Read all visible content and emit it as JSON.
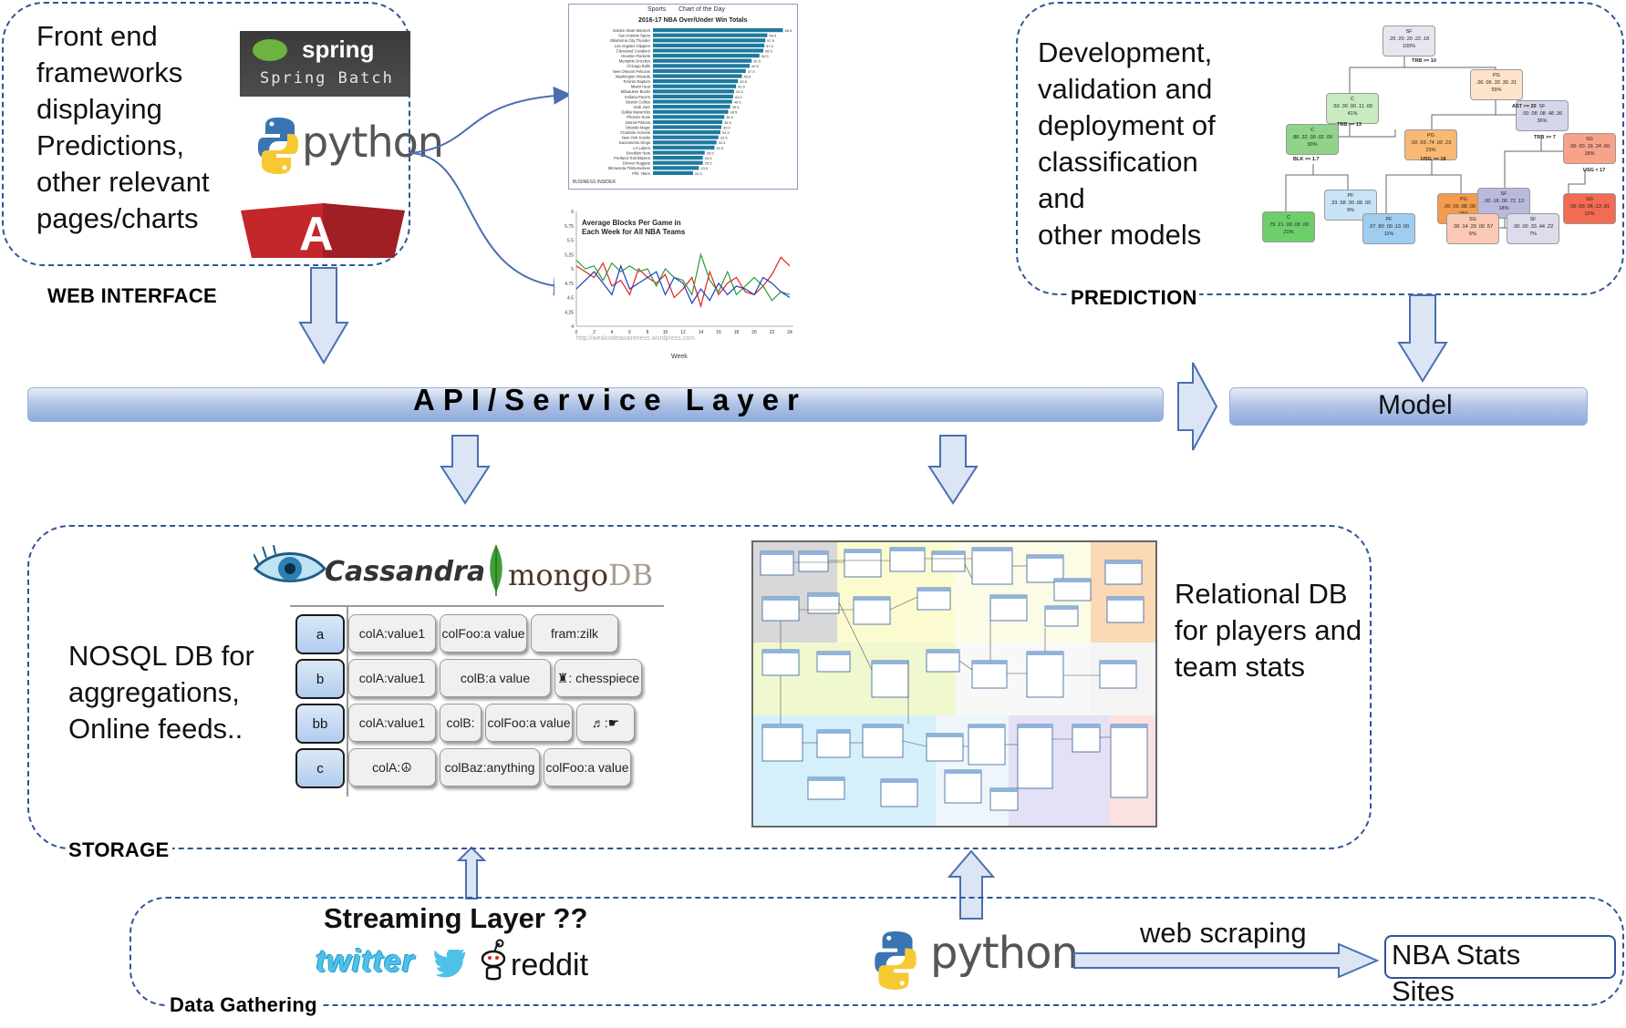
{
  "web_interface": {
    "text": "Front end\nframeworks\ndisplaying\nPredictions,\nother relevant\npages/charts",
    "label": "WEB INTERFACE",
    "logos": {
      "spring": "spring",
      "spring_batch": "Spring Batch",
      "python": "python",
      "angular": "A"
    }
  },
  "chart_over_under": {
    "header_left": "Sports",
    "header_right": "Chart of the Day",
    "title": "2016-17 NBA Over/Under Win Totals",
    "footer_left": "BUSINESS INSIDER",
    "teams": [
      "Golden State Warriors",
      "San Antonio Spurs",
      "Oklahoma City Thunder",
      "Los Angeles Clippers",
      "Cleveland Cavaliers",
      "Houston Rockets",
      "Memphis Grizzlies",
      "Chicago Bulls",
      "New Orleans Pelicans",
      "Washington Wizards",
      "Toronto Raptors",
      "Miami Heat",
      "Milwaukee Bucks",
      "Indiana Pacers",
      "Boston Celtics",
      "Utah Jazz",
      "Dallas Mavericks",
      "Phoenix Suns",
      "Detroit Pistons",
      "Orlando Magic",
      "Charlotte Hornets",
      "New York Knicks",
      "Sacramento Kings",
      "LA Lakers",
      "Brooklyn Nets",
      "Portland Trail Blazers",
      "Denver Nuggets",
      "Minnesota Timberwolves",
      "Phil. 76ers"
    ],
    "values": [
      66.5,
      58.5,
      57.5,
      57.0,
      56.5,
      54.5,
      50.5,
      49.5,
      47.5,
      45.5,
      43.5,
      42.5,
      41.5,
      41.0,
      40.5,
      39.5,
      38.5,
      36.5,
      35.5,
      35.0,
      34.5,
      33.5,
      32.5,
      31.5,
      26.5,
      25.5,
      25.5,
      23.5,
      20.5
    ]
  },
  "chart_blocks": {
    "title_line1": "Average Blocks Per Game in",
    "title_line2": "Each Week for All NBA Teams",
    "watermark": "http://weaksideawareness.wordpress.com",
    "xlabel": "Week",
    "yticks": [
      "6",
      "5.75",
      "5.5",
      "5.25",
      "5",
      "4.75",
      "4.5",
      "4.25",
      "4"
    ],
    "xticks": [
      "0",
      "2",
      "4",
      "6",
      "8",
      "10",
      "12",
      "14",
      "16",
      "18",
      "20",
      "22",
      "24"
    ],
    "series": [
      {
        "color": "#e2231a",
        "values": [
          5.05,
          4.95,
          4.85,
          5.1,
          4.7,
          4.8,
          4.55,
          5.0,
          4.85,
          4.75,
          4.9,
          4.5,
          4.65,
          4.85,
          4.35,
          4.95,
          4.55,
          4.75,
          4.85,
          4.6,
          4.55,
          4.7,
          4.9,
          5.2,
          5.05
        ]
      },
      {
        "color": "#2e9a3a",
        "values": [
          5.15,
          5.0,
          5.05,
          4.8,
          5.1,
          4.95,
          5.05,
          4.95,
          5.0,
          4.7,
          5.0,
          4.85,
          4.8,
          4.55,
          5.25,
          4.8,
          4.6,
          4.95,
          4.55,
          4.7,
          4.85,
          4.7,
          4.45,
          4.6,
          4.55
        ]
      },
      {
        "color": "#1f3fbf",
        "values": [
          4.65,
          4.8,
          4.95,
          4.75,
          4.55,
          5.05,
          4.65,
          4.75,
          4.85,
          4.95,
          4.55,
          4.85,
          4.75,
          4.4,
          4.65,
          4.45,
          4.75,
          4.55,
          4.7,
          4.65,
          4.55,
          4.85,
          4.75,
          4.6,
          4.5
        ]
      }
    ]
  },
  "prediction": {
    "text": "Development,\nvalidation and\ndeployment of\nclassification\nand\nother models",
    "label": "PREDICTION",
    "tree_nodes": [
      {
        "id": "n1",
        "cls": "SF",
        "vals": ".20 .20 .20 .22 .18",
        "pct": "100%",
        "color": "#e7e6ef"
      },
      {
        "id": "n2",
        "cls": "C",
        "vals": ".50 .39 .00 .11 .00",
        "pct": "41%",
        "color": "#c8ebc0"
      },
      {
        "id": "n3",
        "cls": "PG",
        "vals": ".00 .06 .33 .30 .31",
        "pct": "59%",
        "color": "#fde3c9"
      },
      {
        "id": "n4",
        "cls": "C",
        "vals": ".86 .32 .00 .02 .00",
        "pct": "30%",
        "color": "#8fd48a"
      },
      {
        "id": "n5",
        "cls": "PG",
        "vals": ".00 .03 .74 .00 .23",
        "pct": "23%",
        "color": "#f9b873"
      },
      {
        "id": "n6",
        "cls": "SF",
        "vals": ".00 .08 .08 .48 .36",
        "pct": "36%",
        "color": "#d6d6ea"
      },
      {
        "id": "n7",
        "cls": "SG",
        "vals": ".00 .00 .16 .24 .60",
        "pct": "18%",
        "color": "#f7a38a"
      },
      {
        "id": "n8",
        "cls": "PF",
        "vals": ".33 .58 .00 .08 .00",
        "pct": "9%",
        "color": "#c9e3f6"
      },
      {
        "id": "n9",
        "cls": "PG",
        "vals": ".00 .00 .88 .00 .12",
        "pct": "18%",
        "color": "#f59b4d"
      },
      {
        "id": "n10",
        "cls": "SF",
        "vals": ".00 .18 .00 .72 .12",
        "pct": "18%",
        "color": "#b9b9dc"
      },
      {
        "id": "n11",
        "cls": "SG",
        "vals": ".00 .00 .06 .13 .81",
        "pct": "12%",
        "color": "#f26b52"
      },
      {
        "id": "n12",
        "cls": "C",
        "vals": ".79 .21 .00 .00 .00",
        "pct": "21%",
        "color": "#6ccf6a"
      },
      {
        "id": "n13",
        "cls": "PF",
        "vals": ".07 .80 .00 .13 .00",
        "pct": "11%",
        "color": "#9fcdf0"
      },
      {
        "id": "n14",
        "cls": "SG",
        "vals": ".00 .14 .29 .00 .57",
        "pct": "5%",
        "color": "#fbc9b6"
      },
      {
        "id": "n15",
        "cls": "SF",
        "vals": ".00 .00 .33 .44 .22",
        "pct": "7%",
        "color": "#dcdcec"
      }
    ],
    "split_labels": [
      "TRB >= 10",
      "AST >= 20",
      "TRB >= 13",
      "TRB >= 7",
      "BLK >= 1.7",
      "USG >= 18",
      "USG < 17"
    ]
  },
  "api_layer": {
    "label": "API/Service Layer"
  },
  "model": {
    "label": "Model"
  },
  "storage": {
    "label": "STORAGE",
    "nosql_text": "NOSQL DB for\naggregations,\nOnline feeds..",
    "relational_text": "Relational DB\nfor players and\nteam stats",
    "logos": {
      "cassandra": "Cassandra",
      "mongo": "mongo",
      "mongo_db": "DB"
    },
    "column_family": [
      {
        "key": "a",
        "cells": [
          "colA:value1",
          "colFoo:a value",
          "fram:zilk"
        ]
      },
      {
        "key": "b",
        "cells": [
          "colA:value1",
          "colB:a value",
          "♜: chesspiece"
        ]
      },
      {
        "key": "bb",
        "cells": [
          "colA:value1",
          "colB:",
          "colFoo:a value",
          "♬:☛"
        ]
      },
      {
        "key": "c",
        "cells": [
          "colA:☮",
          "colBaz:anything",
          "colFoo:a value"
        ]
      }
    ]
  },
  "data_gathering": {
    "label": "Data Gathering",
    "streaming": "Streaming Layer ??",
    "twitter": "twitter",
    "reddit": "reddit",
    "python": "python",
    "web_scraping": "web scraping",
    "nba_stats": "NBA Stats\nSites"
  },
  "colors": {
    "dashed_border": "#2f5597",
    "arrow_fill": "#dbe5f4",
    "arrow_stroke": "#4a6fb1",
    "bar_blue": "#8ea9db",
    "chart_bar": "#1f7a9e"
  }
}
